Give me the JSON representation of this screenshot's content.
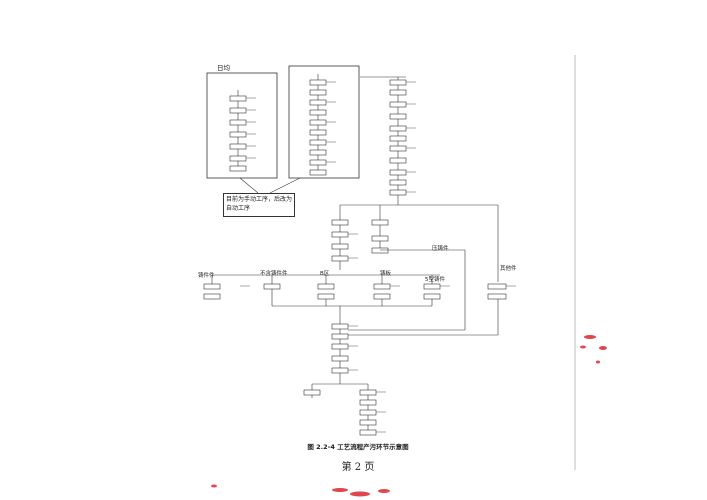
{
  "figure": {
    "caption": "图 2.2-4 工艺流程产污环节示意图",
    "note_text": "目前为手动工序，后改为自动工序",
    "group_label_left": "日均",
    "branch_labels": {
      "left": "铸件件",
      "mid_left": "不含铸件件",
      "center": "B区",
      "mid_right": "铸板",
      "right": "5型铸件",
      "far_right": "压铸件",
      "side": "其他件"
    }
  },
  "page": {
    "number_label": "第 2 页"
  },
  "colors": {
    "line": "#2a2a2a",
    "box": "#333333",
    "stamp": "#d9282f"
  }
}
